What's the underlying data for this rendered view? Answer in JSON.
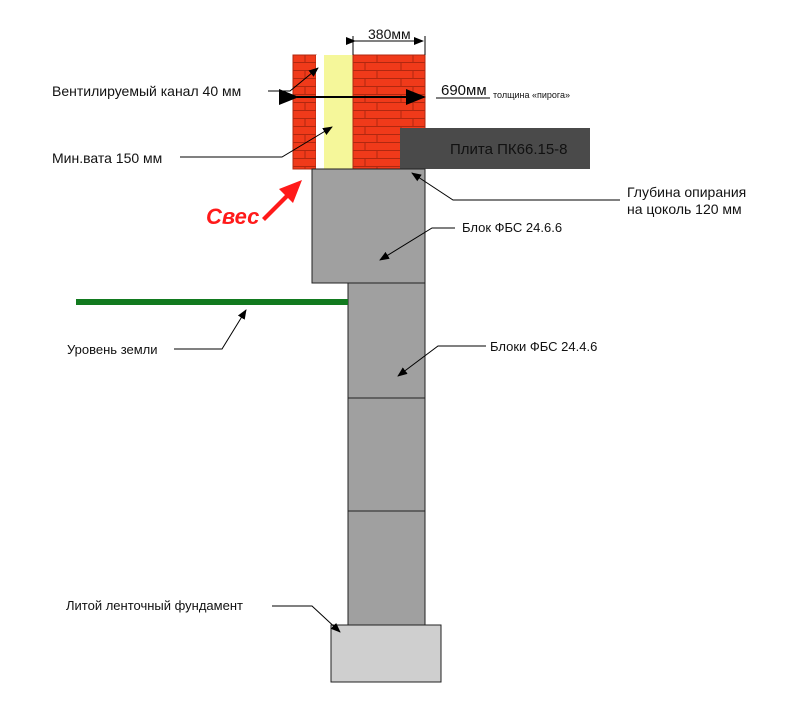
{
  "labels": {
    "width_380": "380мм",
    "width_690": "690мм",
    "pie_thickness": "толщина «пирога»",
    "vent_channel": "Вентилируемый канал 40 мм",
    "mineral_wool": "Мин.вата 150 мм",
    "overhang": "Свес",
    "slab": "Плита ПК66.15-8",
    "bearing_depth_1": "Глубина опирания",
    "bearing_depth_2": "на цоколь 120 мм",
    "block_top": "Блок ФБС 24.6.6",
    "blocks": "Блоки ФБС 24.4.6",
    "ground_level": "Уровень земли",
    "foundation": "Литой ленточный фундамент"
  },
  "colors": {
    "brick": "#f03a1a",
    "wool": "#f5f79a",
    "block": "#a0a0a0",
    "slab": "#4a4a4a",
    "footing": "#cfcfcf",
    "ground": "#127a1f",
    "overhang": "#ff1a1a"
  }
}
